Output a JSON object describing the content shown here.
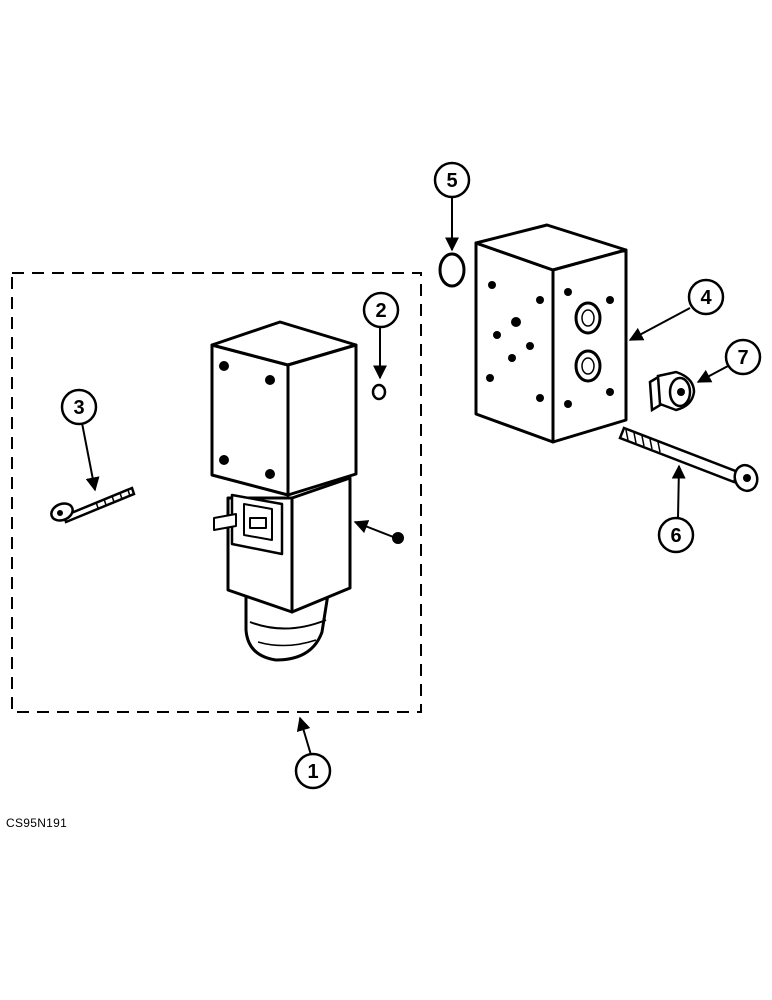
{
  "figure": {
    "id": "CS95N191",
    "callouts": [
      "1",
      "2",
      "3",
      "4",
      "5",
      "6",
      "7"
    ]
  }
}
